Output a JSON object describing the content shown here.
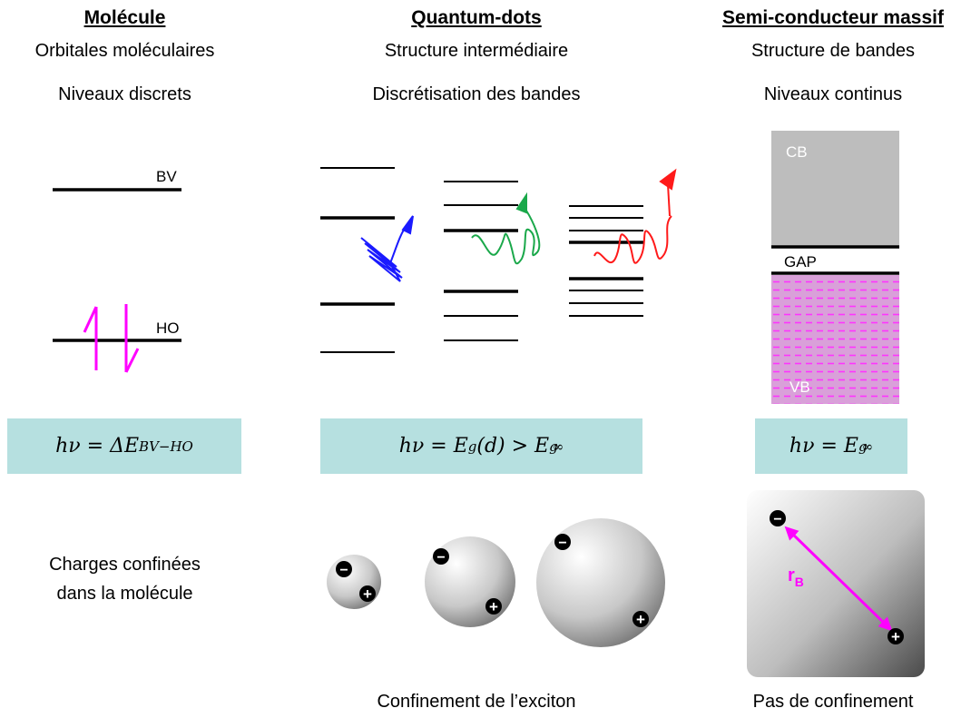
{
  "molecule": {
    "title": "Molécule",
    "line1": "Orbitales moléculaires",
    "line2": "Niveaux discrets",
    "bv_label": "BV",
    "ho_label": "HO",
    "formula": {
      "lhs": "hν = ΔE",
      "sub": "BV−HO"
    },
    "caption_line1": "Charges confinées",
    "caption_line2": "dans la molécule"
  },
  "quantum_dots": {
    "title": "Quantum-dots",
    "line1": "Structure intermédiaire",
    "line2": "Discrétisation des bandes",
    "formula": {
      "lhs": "hν = E",
      "sub1": "g",
      "mid": "(d) > E",
      "sub2": "g",
      "sup2": "∞"
    },
    "caption": "Confinement de l’exciton",
    "photon_colors": [
      "#1a1aff",
      "#1aa84a",
      "#ff1a1a"
    ]
  },
  "bulk": {
    "title": "Semi-conducteur massif",
    "line1": "Structure de bandes",
    "line2": "Niveaux continus",
    "cb_label": "CB",
    "gap_label": "GAP",
    "vb_label": "VB",
    "formula": {
      "lhs": "hν = E",
      "sub": "g",
      "sup": "∞"
    },
    "bohr_label": "r",
    "bohr_sub": "B",
    "caption": "Pas de confinement"
  },
  "symbols": {
    "minus": "−",
    "plus": "+"
  },
  "colors": {
    "formula_bg": "#b6e0e0",
    "magenta": "#ff00ff",
    "band_grey": "#bdbdbd",
    "vb_fill": "#d8a0d8"
  }
}
